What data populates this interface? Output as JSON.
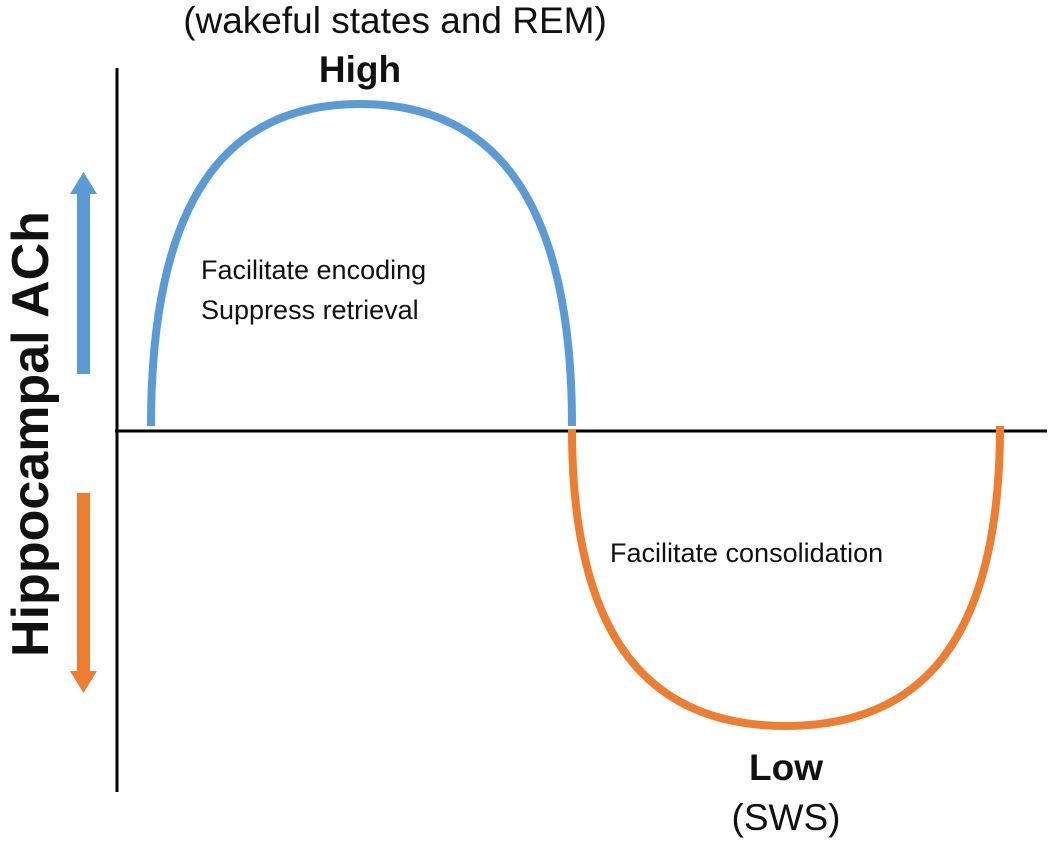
{
  "diagram": {
    "y_label": "Hippocampal ACh",
    "high": {
      "condition": "(wakeful states and REM)",
      "label": "High",
      "effect_line1": "Facilitate encoding",
      "effect_line2": "Suppress retrieval",
      "color": "#5B9BD5"
    },
    "low": {
      "label": "Low",
      "condition": "(SWS)",
      "effect": "Facilitate consolidation",
      "color": "#ED7D31"
    },
    "axis_color": "#000000"
  }
}
